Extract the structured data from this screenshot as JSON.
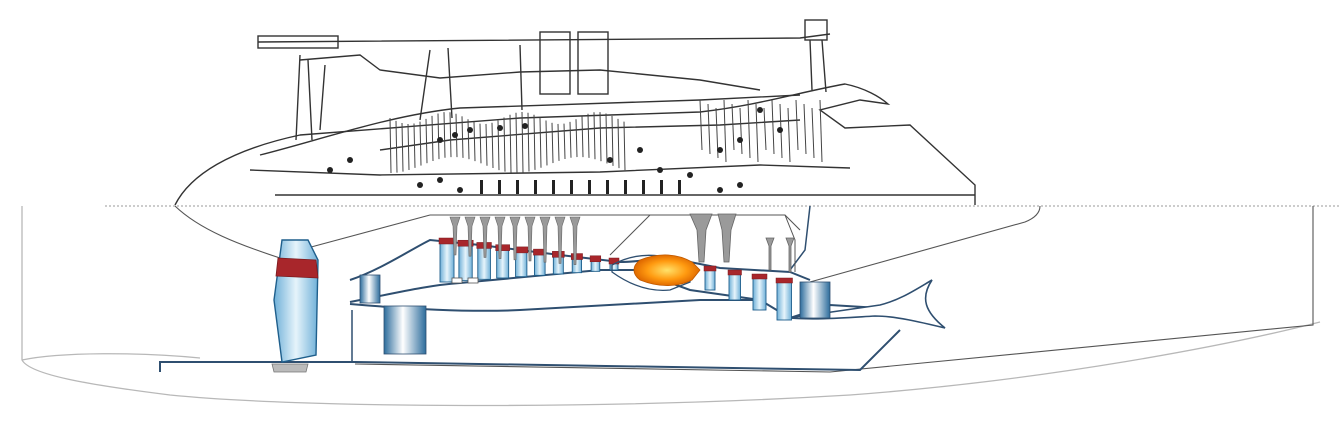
{
  "figure": {
    "upper_half": "detailed-engine-cross-section-drawing",
    "lower_half": "schematic-engine-flow-path",
    "colors": {
      "outline": "#2f4f70",
      "sketch": "#333333",
      "fan_blade": "#bfe0f2",
      "blade_edge": "#1f5f8c",
      "stage_ring": "#a8262b",
      "combustor": "#ff8a00",
      "combustor_core": "#ffd24a",
      "strut": "#9a9a9a",
      "nacelle_wave": "#b8b8b8",
      "centerline": "#999999"
    },
    "compressor_stage_count": 10,
    "turbine_stage_count": 4
  }
}
